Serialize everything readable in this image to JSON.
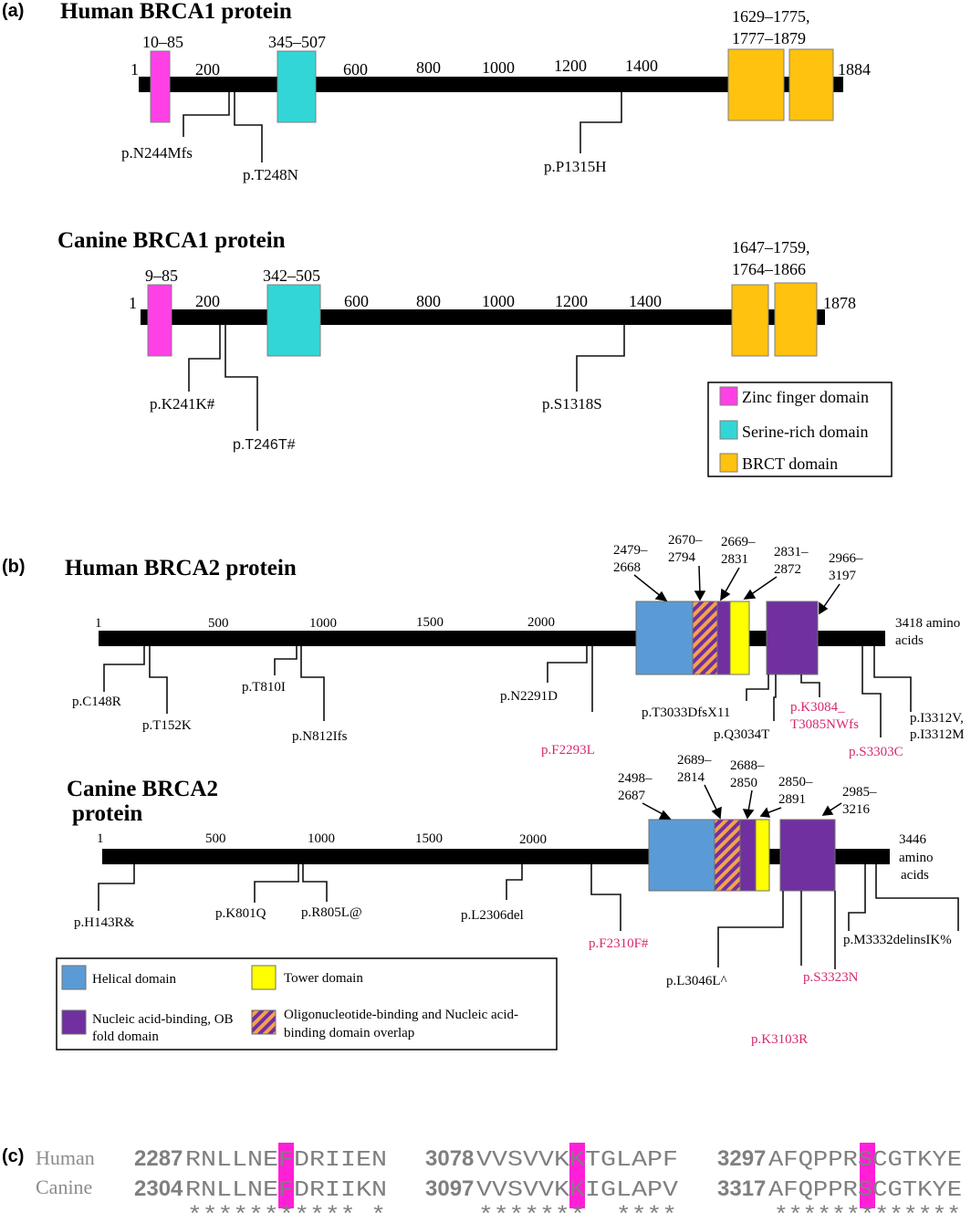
{
  "panels": {
    "a": "(a)",
    "b": "(b)",
    "c": "(c)"
  },
  "brca1_human": {
    "title": "Human BRCA1 protein",
    "start": "1",
    "end": "1884",
    "ticks": [
      "200",
      "600",
      "800",
      "1000",
      "1200",
      "1400"
    ],
    "zinc_range": "10–85",
    "serine_range": "345–507",
    "brct_range_1": "1629–1775,",
    "brct_range_2": "1777–1879",
    "mutations": [
      "p.N244Mfs",
      "p.T248N",
      "p.P1315H"
    ]
  },
  "brca1_canine": {
    "title": "Canine BRCA1 protein",
    "start": "1",
    "end": "1878",
    "ticks": [
      "200",
      "600",
      "800",
      "1000",
      "1200",
      "1400"
    ],
    "zinc_range": "9–85",
    "serine_range": "342–505",
    "brct_range_1": "1647–1759,",
    "brct_range_2": "1764–1866",
    "mutations": [
      "p.K241K#",
      "p.T246T#",
      "p.S1318S"
    ]
  },
  "brca1_legend": [
    "Zinc finger domain",
    "Serine-rich domain",
    "BRCT domain"
  ],
  "brca2_human": {
    "title": "Human BRCA2 protein",
    "start": "1",
    "ticks": [
      "500",
      "1000",
      "1500",
      "2000"
    ],
    "end_label": [
      "3418 amino",
      "acids"
    ],
    "domain_ranges": [
      [
        "2479–",
        "2668"
      ],
      [
        "2670–",
        "2794"
      ],
      [
        "2669–",
        "2831"
      ],
      [
        "2831–",
        "2872"
      ],
      [
        "2966–",
        "3197"
      ]
    ],
    "mutations_black": [
      "p.C148R",
      "p.T152K",
      "p.T810I",
      "p.N812Ifs",
      "p.N2291D",
      "p.T3033DfsX11",
      "p.Q3034T",
      "p.I3312V,",
      "p.I3312M"
    ],
    "mutations_pink": [
      "p.F2293L",
      "p.K3084_",
      "T3085NWfs",
      "p.S3303C"
    ]
  },
  "brca2_canine": {
    "title_1": "Canine BRCA2",
    "title_2": "protein",
    "start": "1",
    "ticks": [
      "500",
      "1000",
      "1500",
      "2000"
    ],
    "end_label": [
      "3446",
      "amino",
      "acids"
    ],
    "domain_ranges": [
      [
        "2498–",
        "2687"
      ],
      [
        "2689–",
        "2814"
      ],
      [
        "2688–",
        "2850"
      ],
      [
        "2850–",
        "2891"
      ],
      [
        "2985–",
        "3216"
      ]
    ],
    "mutations_black": [
      "p.H143R&",
      "p.K801Q",
      "p.R805L@",
      "p.L2306del",
      "p.L3046L^",
      "p.M3332delinsIK%"
    ],
    "mutations_pink": [
      "p.F2310F#",
      "p.S3323N",
      "p.K3103R"
    ]
  },
  "brca2_legend": {
    "helical": "Helical domain",
    "tower": "Tower domain",
    "ob_1": "Nucleic acid-binding, OB",
    "ob_2": "fold domain",
    "overlap_1": "Oligonucleotide-binding and Nucleic acid-",
    "overlap_2": "binding domain overlap"
  },
  "alignment": {
    "species": [
      "Human",
      "Canine"
    ],
    "blocks": [
      {
        "pos_human": "2287",
        "seq_human": "RNLLNEFDRIIEN",
        "pos_canine": "2304",
        "seq_canine": "RNLLNEFDRIIKN",
        "conservation": "*********** *"
      },
      {
        "pos_human": "3078",
        "seq_human": "VVSVVKKTGLAPF",
        "pos_canine": "3097",
        "seq_canine": "VVSVVKKIGLAPV",
        "conservation": "*******  ****"
      },
      {
        "pos_human": "3297",
        "seq_human": "AFQPPRSCGTKYE",
        "pos_canine": "3317",
        "seq_canine": "AFQPPRSCGTKYE",
        "conservation": "*************"
      }
    ]
  },
  "colors": {
    "zinc": "#ff40e6",
    "serine": "#33d6d6",
    "brct": "#ffc20e",
    "helical": "#5b9bd5",
    "tower": "#ffff00",
    "ob": "#7030a0",
    "overlap_a": "#7030a0",
    "overlap_b": "#f4a24d",
    "highlight": "#ff1fd6",
    "mutation_pink": "#d6286f"
  }
}
